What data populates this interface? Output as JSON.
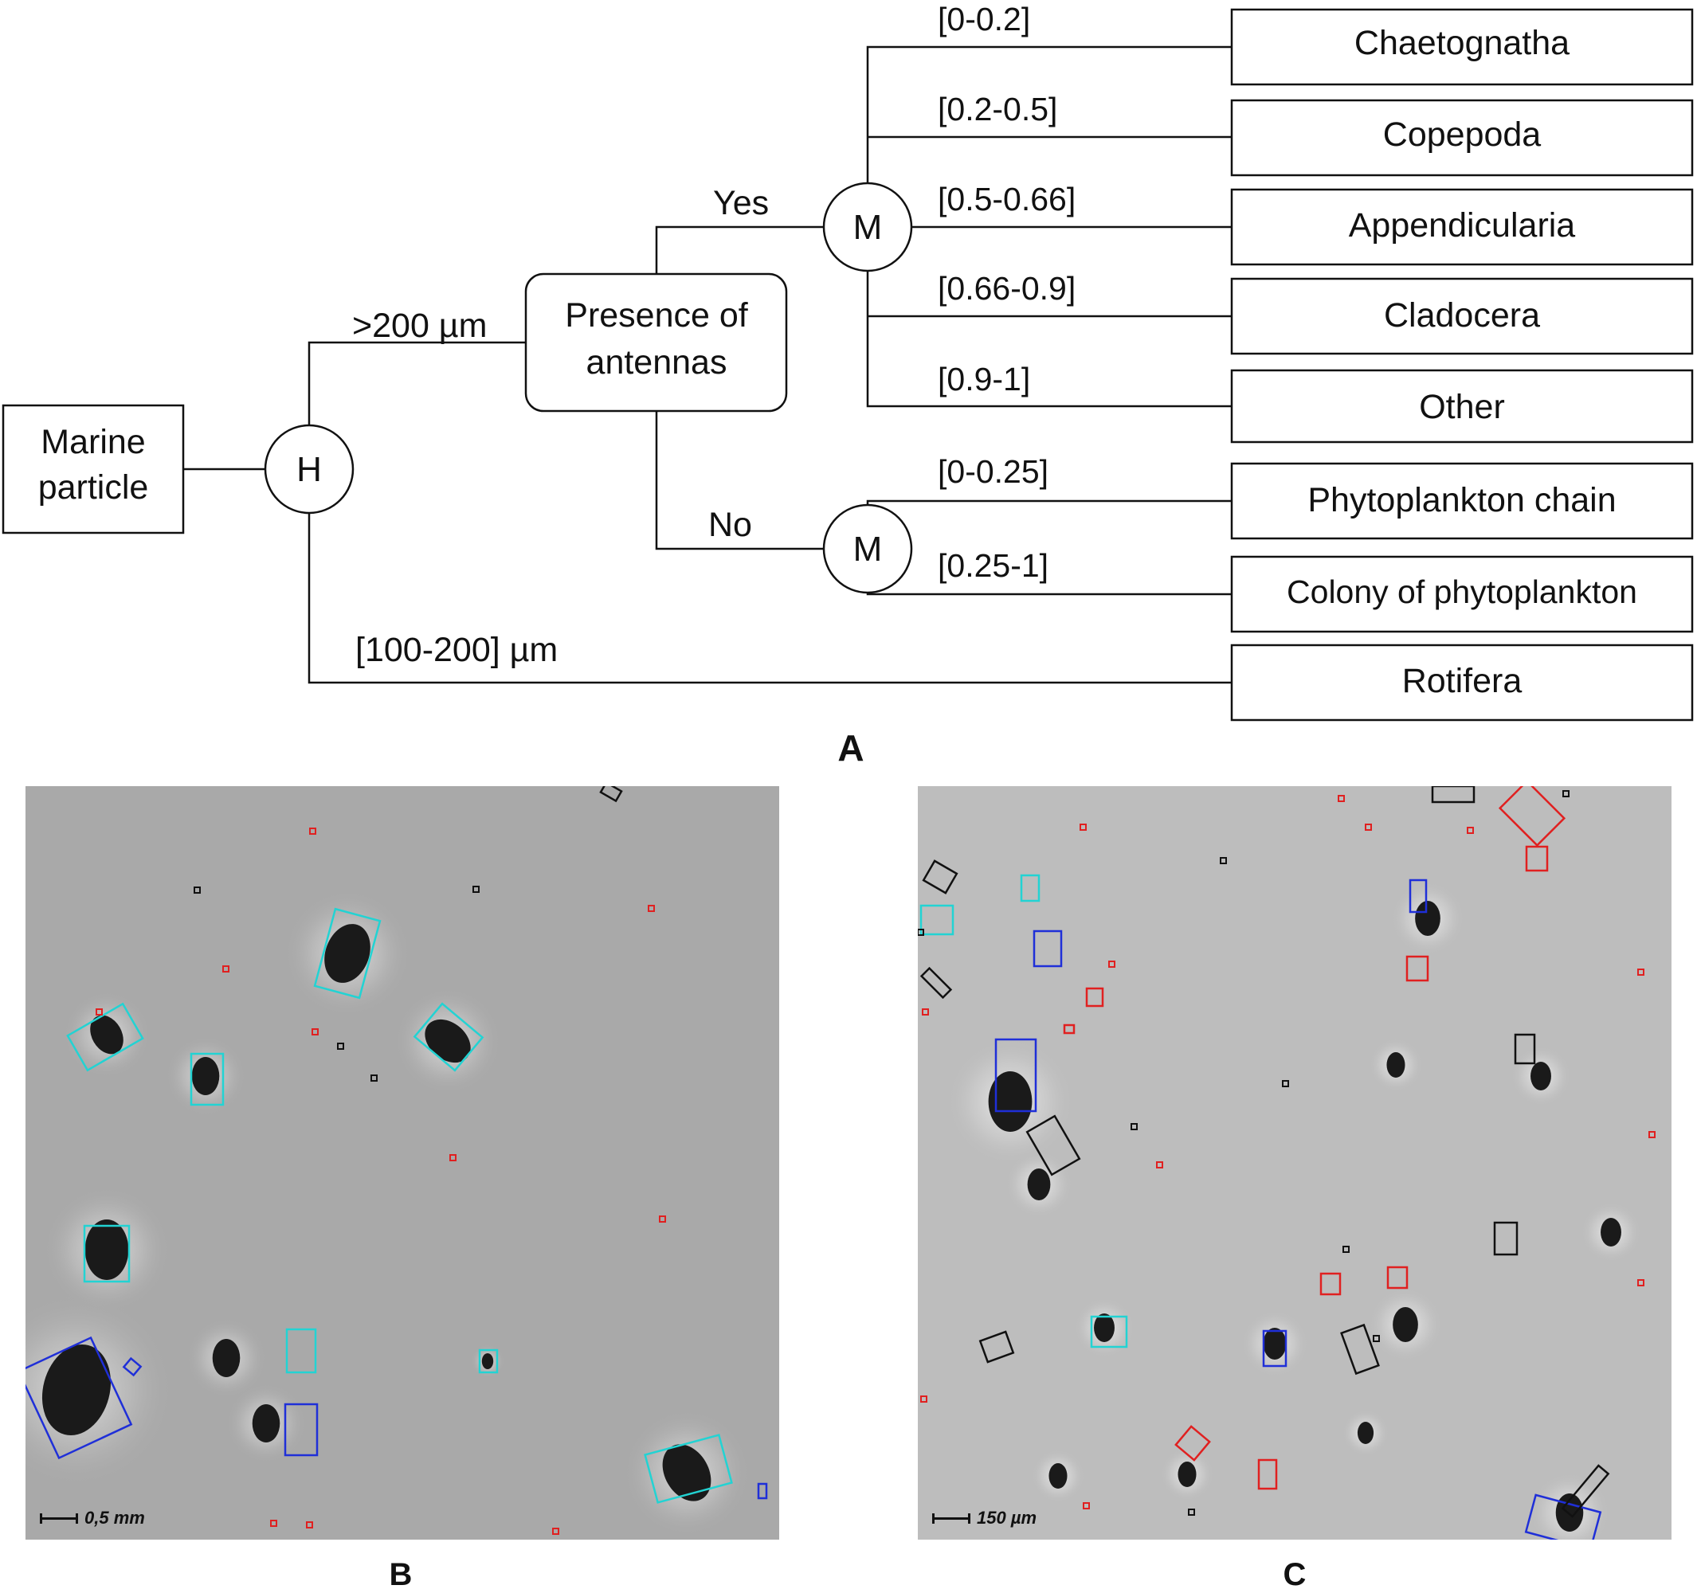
{
  "tree": {
    "root": "Marine particle",
    "h_node": "H",
    "m_node": "M",
    "size_large": ">200 µm",
    "size_small": "[100-200] µm",
    "antennas_question": "Presence of antennas",
    "yes": "Yes",
    "no": "No",
    "yes_ranges": [
      "[0-0.2]",
      "[0.2-0.5]",
      "[0.5-0.66]",
      "[0.66-0.9]",
      "[0.9-1]"
    ],
    "yes_classes": [
      "Chaetognatha",
      "Copepoda",
      "Appendicularia",
      "Cladocera",
      "Other"
    ],
    "no_ranges": [
      "[0-0.25]",
      "[0.25-1]"
    ],
    "no_classes": [
      "Phytoplankton chain",
      "Colony of phytoplankton"
    ],
    "small_class": "Rotifera"
  },
  "panels": {
    "a_label": "A",
    "b_label": "B",
    "c_label": "C",
    "b_scale": "0,5 mm",
    "c_scale": "150 µm"
  },
  "colors": {
    "box_cyan": "#22d3d3",
    "box_blue": "#1f2fd8",
    "box_red": "#e02020",
    "box_black": "#111111"
  }
}
